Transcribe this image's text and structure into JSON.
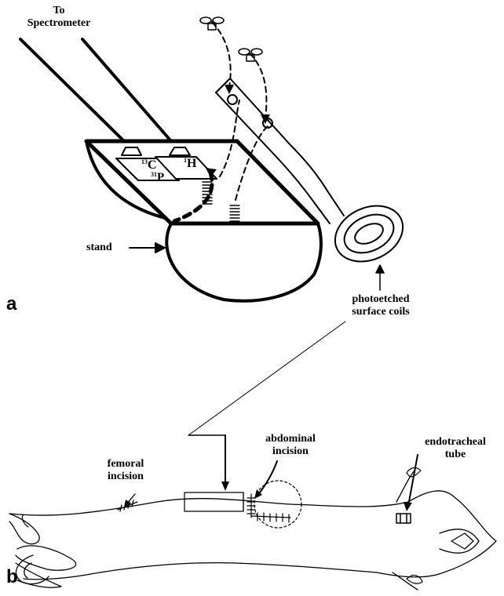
{
  "panel_a": {
    "label": "a",
    "to_spectrometer": [
      "To",
      "Spectrometer"
    ],
    "stand": "stand",
    "photoetched": [
      "photoetched",
      "surface coils"
    ],
    "coil_c": {
      "isotope": "13",
      "element": "C"
    },
    "coil_p": {
      "isotope": "31",
      "element": "P"
    },
    "coil_h": {
      "isotope": "1",
      "element": "H"
    }
  },
  "panel_b": {
    "label": "b",
    "femoral": [
      "femoral",
      "incision"
    ],
    "abdominal": [
      "abdominal",
      "incision"
    ],
    "endotracheal": [
      "endotracheal",
      "tube"
    ]
  }
}
